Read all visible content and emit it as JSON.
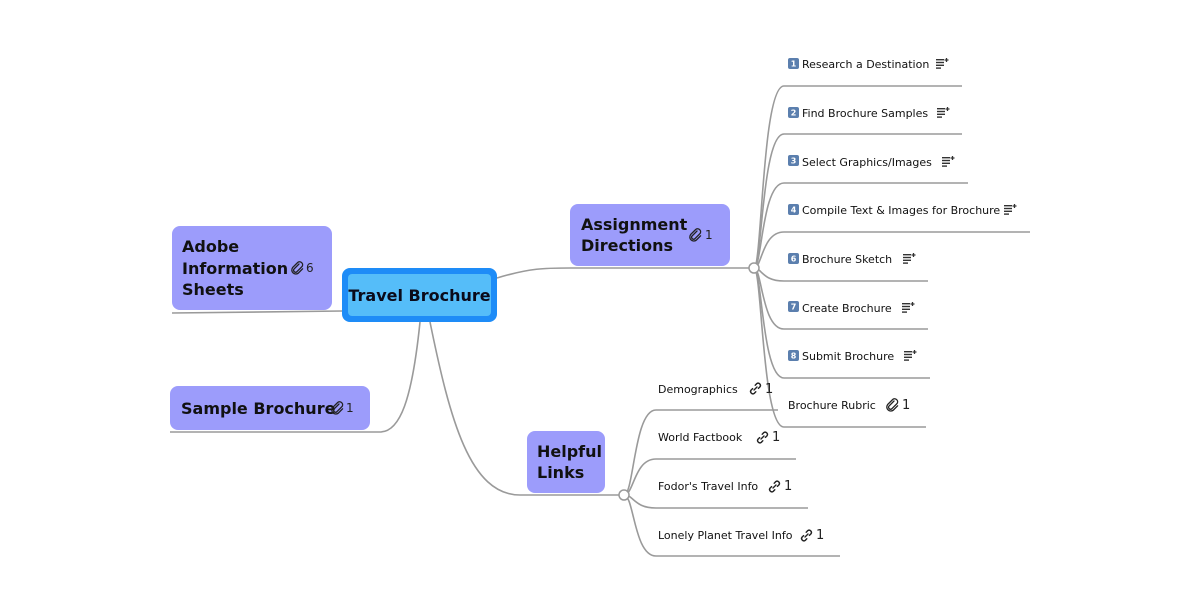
{
  "colors": {
    "root_fill": "#55bdf9",
    "root_border": "#1e8cf7",
    "main_fill": "#9c9cfb",
    "connector": "#9a9a9a",
    "badge_fill": "#5b7fae"
  },
  "root": {
    "label": "Travel Brochure"
  },
  "main_topics": {
    "adobe": {
      "lines": [
        "Adobe",
        "Information",
        "Sheets"
      ],
      "attachment_icon": "paperclip-icon",
      "count": "6"
    },
    "sample": {
      "lines": [
        "Sample Brochure"
      ],
      "attachment_icon": "paperclip-icon",
      "count": "1"
    },
    "assignment": {
      "lines": [
        "Assignment",
        "Directions"
      ],
      "attachment_icon": "paperclip-icon",
      "count": "1"
    },
    "helpful": {
      "lines": [
        "Helpful",
        "Links"
      ]
    }
  },
  "assignment_steps": [
    {
      "badge": "1",
      "label": "Research a Destination",
      "icon": "note-add-icon"
    },
    {
      "badge": "2",
      "label": "Find Brochure Samples",
      "icon": "note-add-icon"
    },
    {
      "badge": "3",
      "label": "Select Graphics/Images",
      "icon": "note-add-icon"
    },
    {
      "badge": "4",
      "label": "Compile Text & Images for Brochure",
      "icon": "note-add-icon"
    },
    {
      "badge": "6",
      "label": "Brochure Sketch",
      "icon": "note-add-icon"
    },
    {
      "badge": "7",
      "label": "Create Brochure",
      "icon": "note-add-icon"
    },
    {
      "badge": "8",
      "label": "Submit Brochure",
      "icon": "note-add-icon"
    },
    {
      "badge": "",
      "label": "Brochure Rubric",
      "icon": "paperclip-icon",
      "count": "1"
    }
  ],
  "helpful_links": [
    {
      "label": "Demographics",
      "icon": "link-icon",
      "count": "1"
    },
    {
      "label": "World Factbook",
      "icon": "link-icon",
      "count": "1"
    },
    {
      "label": "Fodor's Travel Info",
      "icon": "link-icon",
      "count": "1"
    },
    {
      "label": "Lonely Planet Travel Info",
      "icon": "link-icon",
      "count": "1"
    }
  ]
}
